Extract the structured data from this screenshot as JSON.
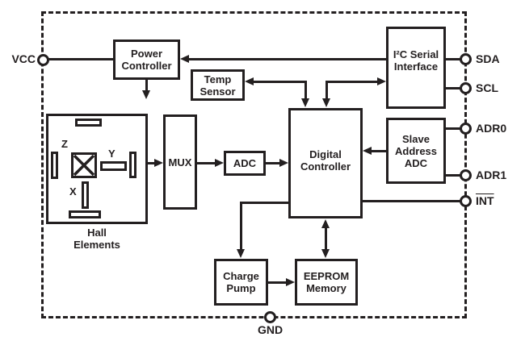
{
  "diagram": {
    "blocks": {
      "power_controller": "Power\nController",
      "temp_sensor": "Temp\nSensor",
      "i2c_serial_interface": "I²C Serial\nInterface",
      "mux": "MUX",
      "adc": "ADC",
      "digital_controller": "Digital\nController",
      "slave_address_adc": "Slave\nAddress\nADC",
      "charge_pump": "Charge\nPump",
      "eeprom_memory": "EEPROM\nMemory"
    },
    "hall": {
      "caption": "Hall\nElements",
      "axis_z": "Z",
      "axis_y": "Y",
      "axis_x": "X"
    },
    "pins": {
      "vcc": "VCC",
      "sda": "SDA",
      "scl": "SCL",
      "adr0": "ADR0",
      "adr1": "ADR1",
      "int": "INT",
      "gnd": "GND"
    },
    "colors": {
      "line": "#231f20",
      "background": "#ffffff"
    }
  }
}
